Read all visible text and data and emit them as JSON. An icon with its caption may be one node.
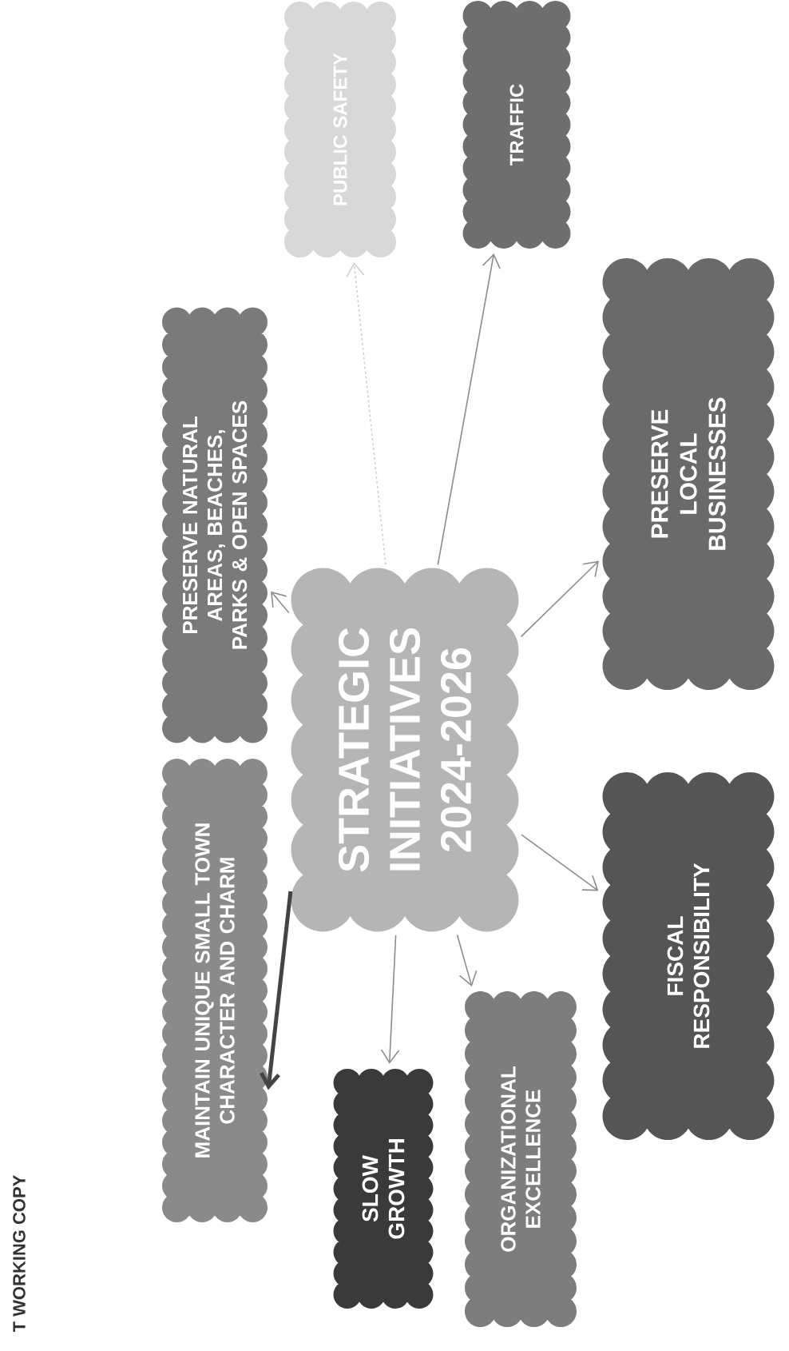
{
  "diagram": {
    "nodes": [
      {
        "text": [
          "STRATEGIC INITIATIVES 2024-2026"
        ]
      },
      {
        "text": [
          "MAINTAIN UNIQUE SMALL TOWN CHARACTER AND CHARM"
        ]
      },
      {
        "text": [
          "PRESERVE NATURAL AREAS, BEACHES, PARKS & OPEN SPACES"
        ]
      },
      {
        "text": [
          "PUBLIC SAFETY"
        ]
      },
      {
        "text": [
          "TRAFFIC"
        ]
      },
      {
        "text": [
          "PRESERVE LOCAL BUSINESSES"
        ]
      },
      {
        "text": [
          "FISCAL RESPONSIBILITY"
        ]
      },
      {
        "text": [
          "ORGANIZATIONAL EXCELLENCE"
        ]
      },
      {
        "text": [
          "SLOW GROWTH"
        ]
      }
    ],
    "edges": [
      {
        "from": 0,
        "to": 1,
        "arrow": "to",
        "style": "thick",
        "color": "#444444"
      },
      {
        "from": 0,
        "to": 2,
        "arrow": "to"
      },
      {
        "from": 0,
        "to": 3,
        "arrow": "to",
        "style": "dashed",
        "color": "#cfcfcf"
      },
      {
        "from": 0,
        "to": 4,
        "arrow": "to"
      },
      {
        "from": 0,
        "to": 5,
        "arrow": "to"
      },
      {
        "from": 0,
        "to": 6,
        "arrow": "to"
      },
      {
        "from": 0,
        "to": 7,
        "arrow": "to"
      },
      {
        "from": 0,
        "to": 8,
        "arrow": "to"
      }
    ],
    "labels": [
      "T WORKING COPY"
    ]
  }
}
